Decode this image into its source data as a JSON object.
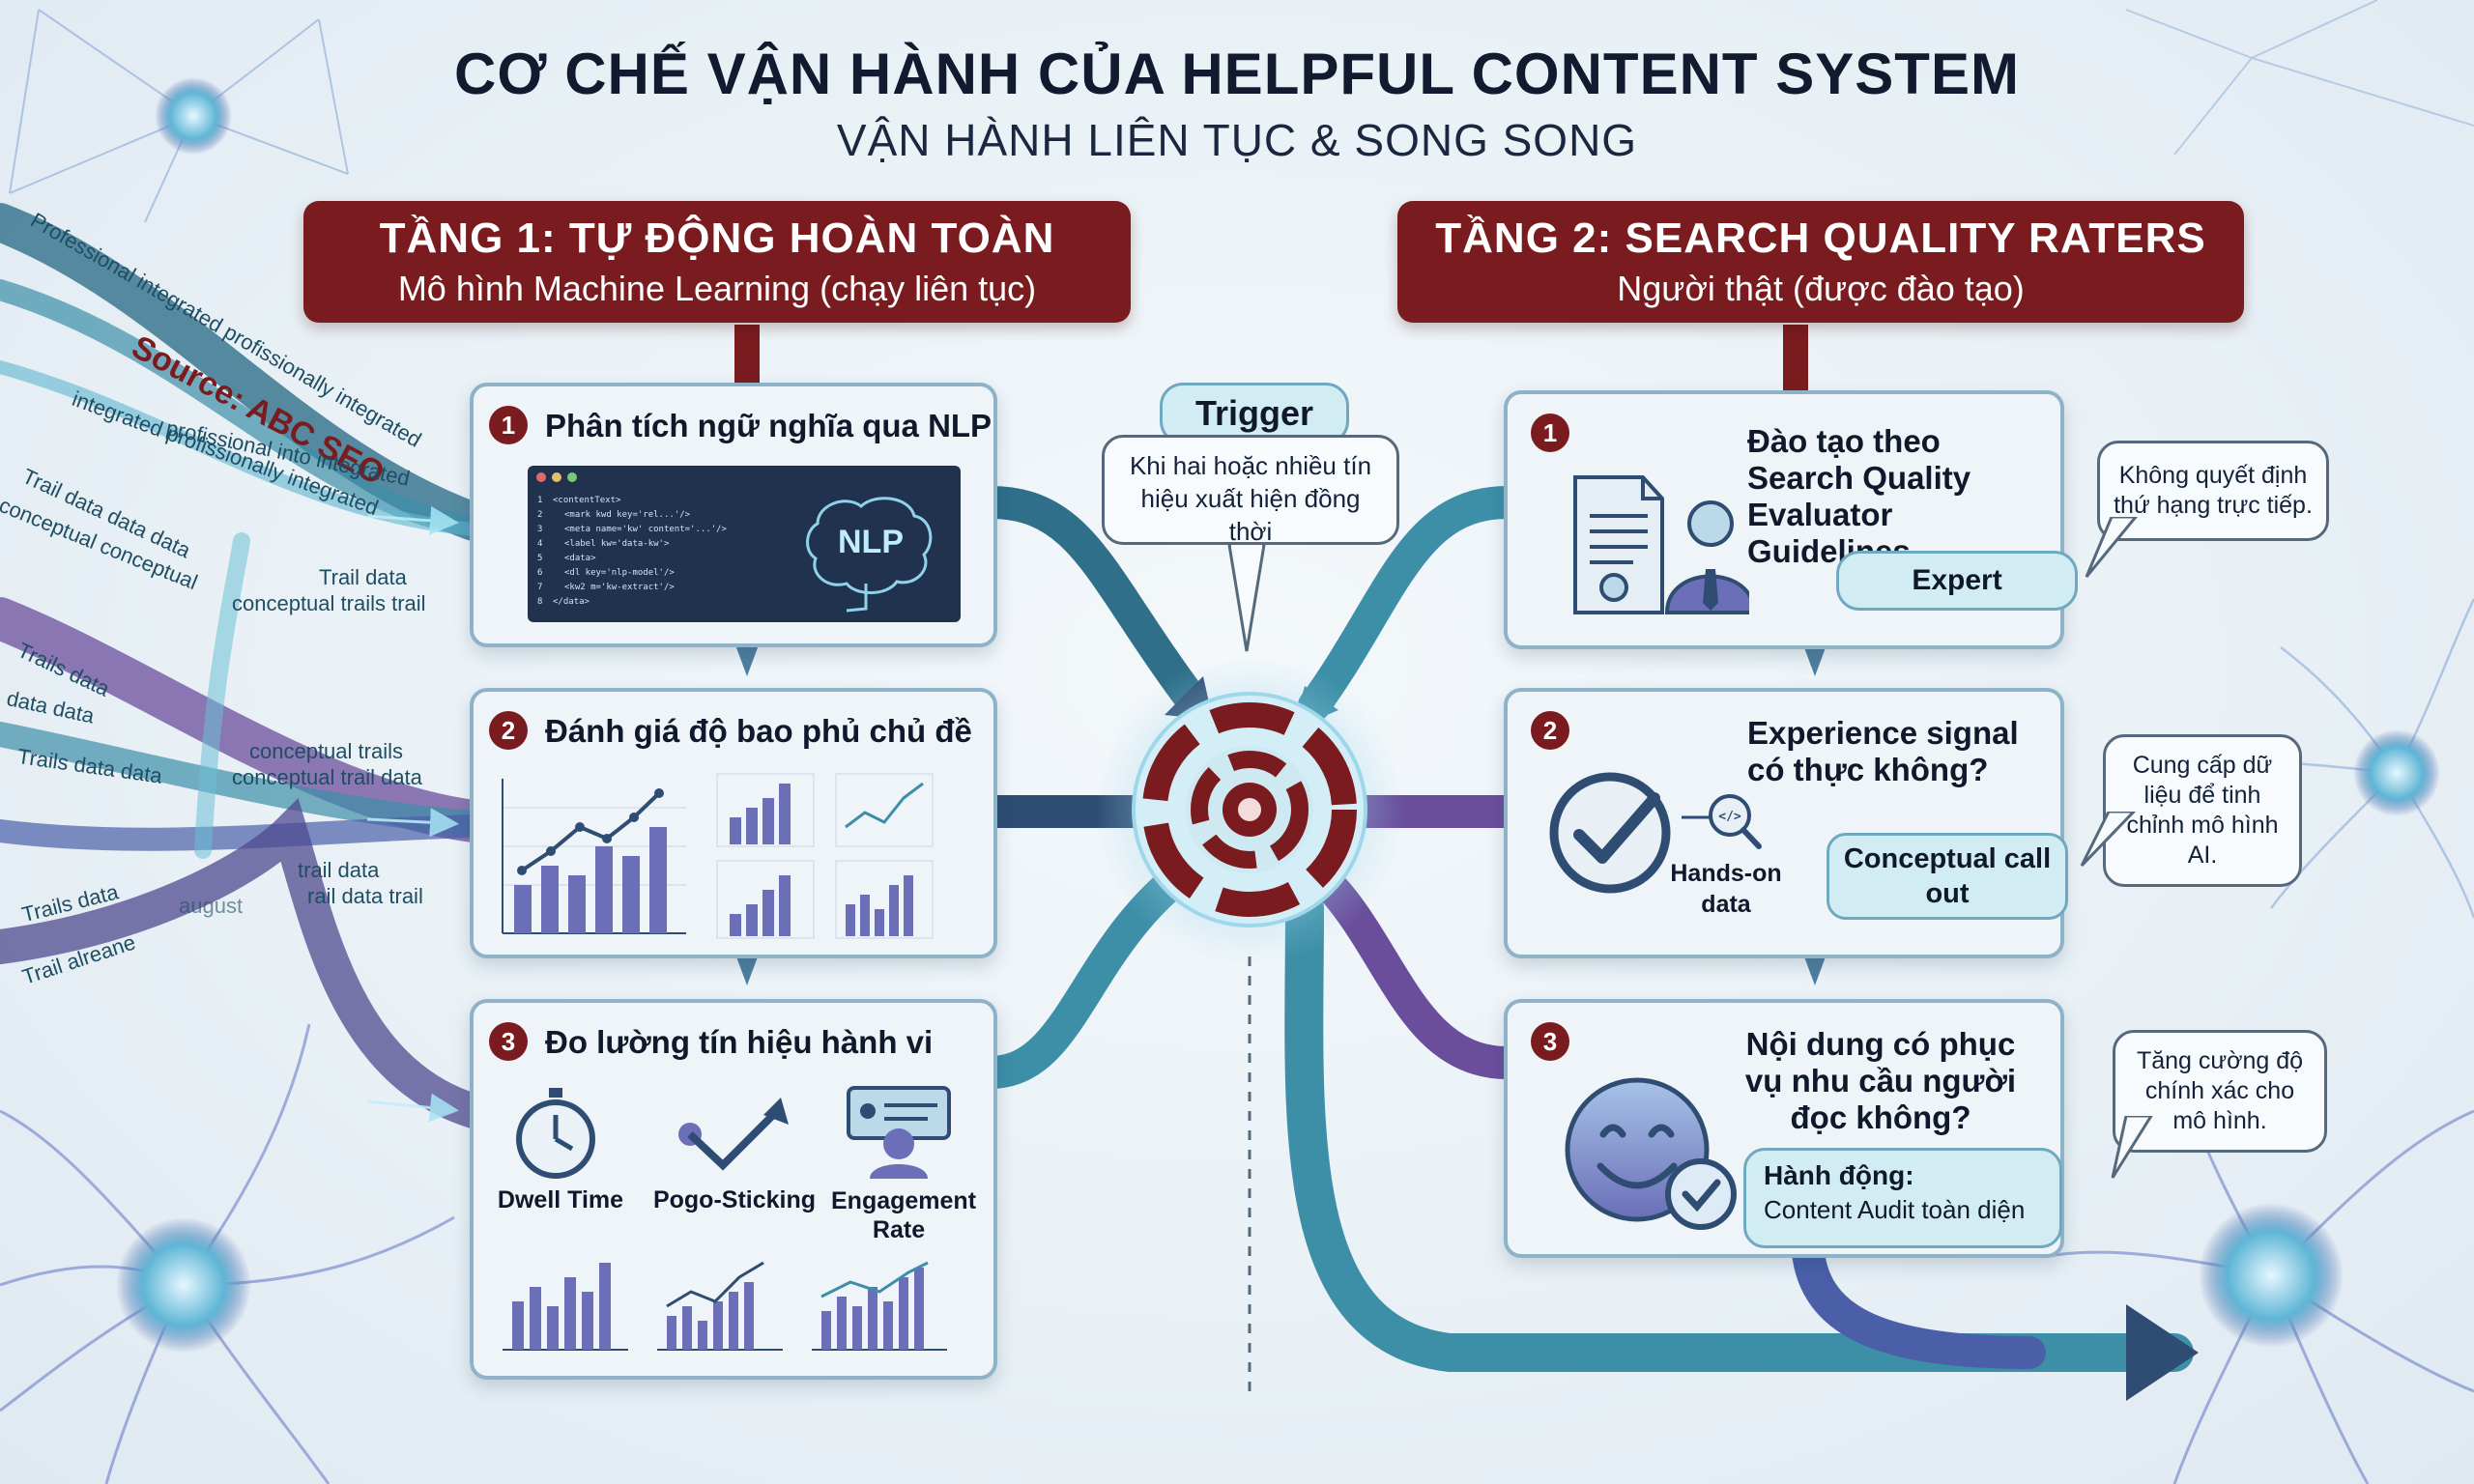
{
  "title": "CƠ CHẾ VẬN HÀNH CỦA HELPFUL CONTENT SYSTEM",
  "subtitle": "VẬN HÀNH LIÊN TỤC & SONG SONG",
  "source_label": "Source: ABC SEO",
  "colors": {
    "maroon": "#7a1c1f",
    "teal": "#3d8fa8",
    "navy": "#2f4d73",
    "purple": "#6a4e9c",
    "card_border": "#8eb3c9"
  },
  "tier1": {
    "title": "TẦNG 1: TỰ ĐỘNG HOÀN TOÀN",
    "subtitle": "Mô hình Machine Learning (chạy liên tục)",
    "steps": [
      {
        "num": "1",
        "title": "Phân tích ngữ nghĩa qua NLP",
        "badge": "NLP",
        "code": [
          "<contentText>",
          "<mark kwd key='rel...'/>",
          "<meta name='kw' content='...'/>",
          "<label kw='data-kw'>",
          "<data>",
          "<dl key='nlp-model'/>",
          "<kw2 m='kw-extract'/>",
          "</data>"
        ]
      },
      {
        "num": "2",
        "title": "Đánh giá độ bao phủ chủ đề"
      },
      {
        "num": "3",
        "title": "Đo lường tín hiệu hành vi",
        "metrics": [
          "Dwell Time",
          "Pogo-Sticking",
          "Engagement Rate"
        ]
      }
    ]
  },
  "tier2": {
    "title": "TẦNG 2: SEARCH QUALITY RATERS",
    "subtitle": "Người thật (được đào tạo)",
    "steps": [
      {
        "num": "1",
        "title": "Đào tạo theo Search Quality Evaluator Guidelines",
        "tag": "Expert"
      },
      {
        "num": "2",
        "title": "Experience signal có thực không?",
        "icon_label": "Hands-on data",
        "tag": "Conceptual call out"
      },
      {
        "num": "3",
        "title": "Nội dung có phục vụ nhu cầu người đọc không?",
        "action_title": "Hành động:",
        "action_text": "Content Audit toàn diện"
      }
    ],
    "notes": [
      "Không quyết định thứ hạng trực tiếp.",
      "Cung cấp dữ liệu để tinh chỉnh mô hình AI.",
      "Tăng cường độ chính xác cho mô hình."
    ]
  },
  "trigger": {
    "label": "Trigger",
    "text": "Khi hai hoặc nhiều tín hiệu xuất hiện đồng thời"
  },
  "stream_labels": [
    "Professional integrated profissionally integrated",
    "integrated profissionally integrated",
    "profissional into integrated",
    "Trail data data data",
    "conceptual conceptual",
    "Trail data",
    "conceptual trails trail",
    "Trails data",
    "data data",
    "Trails data data",
    "conceptual trails",
    "conceptual trail data",
    "Trails data",
    "trail data",
    "rail data trail",
    "Trail alreane",
    "august"
  ]
}
